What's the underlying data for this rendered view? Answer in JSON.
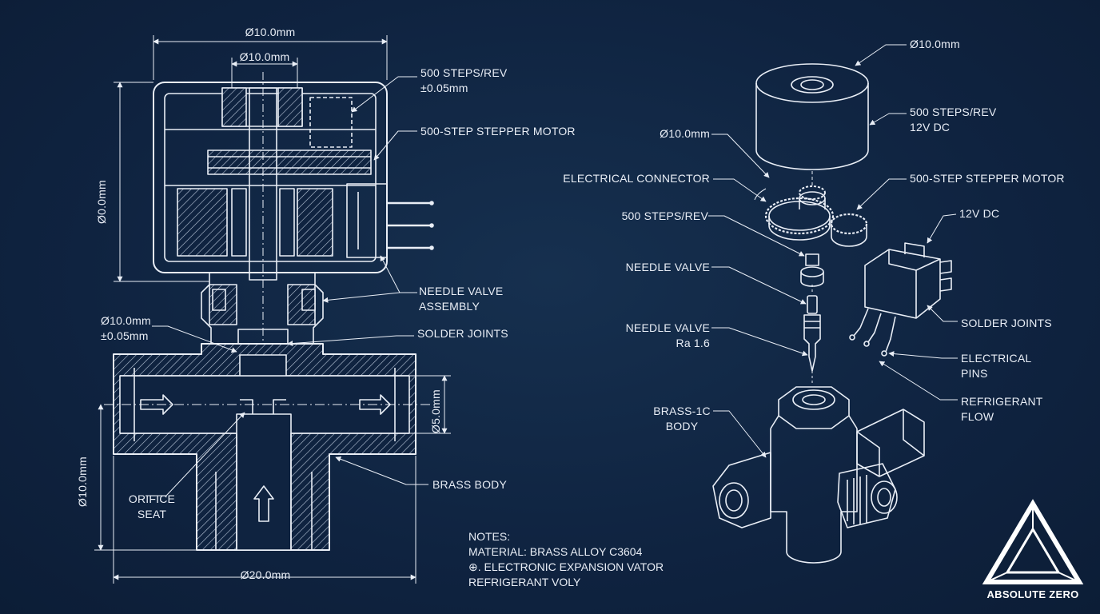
{
  "left_view": {
    "dim_top_outer": "Ø10.0mm",
    "dim_top_inner": "Ø10.0mm",
    "dim_left_height": "Ø0.0mm",
    "dim_left_lower": "Ø10.0mm",
    "dim_bottom": "Ø20.0mm",
    "dim_right": "Ø5.0mm",
    "callout_steps": "500 STEPS/REV\n±0.05mm",
    "callout_motor": "500-STEP STEPPER MOTOR",
    "callout_needle": "NEEDLE VALVE\nASSEMBLY",
    "callout_tolerance": "Ø10.0mm\n±0.05mm",
    "callout_solder": "SOLDER JOINTS",
    "callout_orifice": "ORIFICE\nSEAT",
    "callout_brass": "BRASS BODY"
  },
  "notes": {
    "heading": "NOTES:",
    "line1": "MATERIAL: BRASS ALLOY C3604",
    "line2": "⊕. ELECTRONIC EXPANSION VATOR",
    "line3": "REFRIGERANT VOLY"
  },
  "right_view": {
    "dim_top": "Ø10.0mm",
    "callout_steps_dc": "500 STEPS/REV\n12V DC",
    "dim_mid": "Ø10.0mm",
    "electrical_connector": "ELECTRICAL CONNECTOR",
    "stepper_motor": "500-STEP STEPPER MOTOR",
    "steps_rev": "500 STEPS/REV",
    "voltage": "12V DC",
    "needle_valve": "NEEDLE VALVE",
    "needle_valve_ra": "NEEDLE VALVE\nRa 1.6",
    "solder_joints": "SOLDER JOINTS",
    "electrical_pins": "ELECTRICAL\nPINS",
    "refrigerant_flow": "REFRIGERANT\nFLOW",
    "brass_body": "BRASS-1C\nBODY"
  },
  "brand": {
    "name": "ABSOLUTE ZERO",
    "logo": "triangle-logo"
  },
  "colors": {
    "background": "#0f2340",
    "line": "#e9eef6"
  }
}
